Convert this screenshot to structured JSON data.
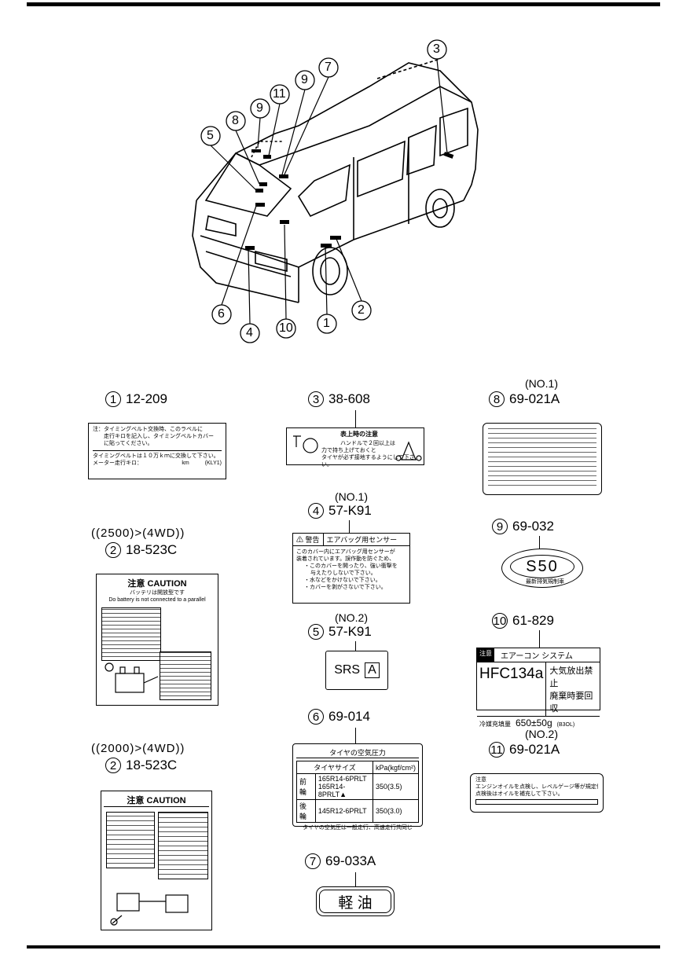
{
  "diagram": {
    "callouts": [
      "3",
      "7",
      "9",
      "11",
      "9",
      "8",
      "5",
      "6",
      "4",
      "10",
      "1",
      "2"
    ]
  },
  "parts": [
    {
      "num": "1",
      "code": "12-209"
    },
    {
      "num": "2",
      "code": "18-523C",
      "variant": "((2500)>(4WD))"
    },
    {
      "num": "2",
      "code": "18-523C",
      "variant": "((2000)>(4WD))"
    },
    {
      "num": "3",
      "code": "38-608"
    },
    {
      "num": "4",
      "code": "57-K91",
      "note": "(NO.1)"
    },
    {
      "num": "5",
      "code": "57-K91",
      "note": "(NO.2)"
    },
    {
      "num": "6",
      "code": "69-014"
    },
    {
      "num": "7",
      "code": "69-033A"
    },
    {
      "num": "8",
      "code": "69-021A",
      "note": "(NO.1)"
    },
    {
      "num": "9",
      "code": "69-032"
    },
    {
      "num": "10",
      "code": "61-829"
    },
    {
      "num": "11",
      "code": "69-021A",
      "note": "(NO.2)"
    }
  ],
  "labels": {
    "l1": {
      "line1": "注：タイミングベルト交換時、このラベルに",
      "line2": "走行キロを記入し、タイミングベルトカバー",
      "line3": "に貼ってください。",
      "line4": "タイミングベルトは１０万ｋｍに交換して下さい。",
      "line5": "メーター走行キロ：",
      "unit": "km",
      "code": "(KLY1)"
    },
    "l2a": {
      "title": "注意 CAUTION",
      "sub": "バッテリは開放型です",
      "sub2": "Do battery is not connected to a parallel"
    },
    "l2b": {
      "title": "注意 CAUTION"
    },
    "l3": {
      "title": "表上時の注意",
      "line1": "ハンドルで２回以上は",
      "line2": "力で持ち上げておくと",
      "line3": "タイヤが必ず接地するようにして下さい。"
    },
    "l4": {
      "warn": "警告",
      "title": "エアバッグ用センサー",
      "line1": "このカバー内にエアバッグ用センサーが",
      "line2": "装着されています。誤作動を防ぐため、",
      "line3": "・このカバーを開ったり、強い衝撃を",
      "line4": "与えたりしないで下さい。",
      "line5": "・水などをかけないで下さい。",
      "line6": "・カバーを剥がさないで下さい。"
    },
    "l5": {
      "srs": "SRS",
      "a": "A"
    },
    "l6": {
      "title": "タイヤの空気圧力",
      "col1": "タイヤサイズ",
      "col2": "kPa(kgf/cm²)",
      "row1_label": "前輪",
      "row1_tire1": "165R14-6PRLT",
      "row1_tire2": "165R14-8PRLT▲",
      "row1_val": "350(3.5)",
      "row2_label": "後輪",
      "row2_tire": "145R12-6PRLT",
      "row2_val": "350(3.0)",
      "footer": "タイヤの空気圧は一般走行、高速走行共同じ"
    },
    "l7": {
      "text": "軽 油"
    },
    "l9": {
      "text": "S50",
      "sub": "最新排気規制車"
    },
    "l10": {
      "badge": "注意",
      "title": "エアーコン システム",
      "ref": "HFC134a",
      "jp1": "大気放出禁止",
      "jp2": "廃棄時要回収",
      "fill": "冷媒充填量",
      "amt": "650±50g",
      "code": "(B3OL)"
    },
    "l11": {
      "title": "注意",
      "line1": "エンジンオイルを点検し、レベルゲージ等が規定値を超えないこと。",
      "line2": "点検後はオイルを補充して下さい。"
    }
  }
}
